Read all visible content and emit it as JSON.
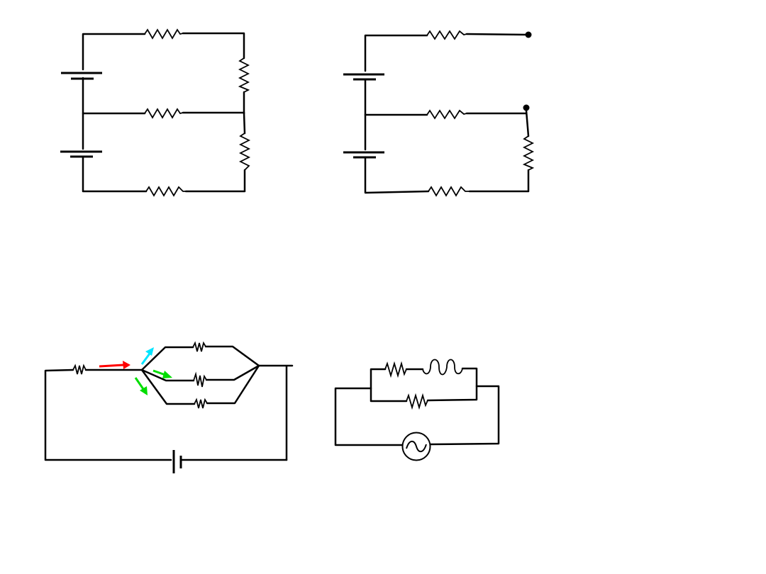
{
  "slide": {
    "background": "#ffffff",
    "line_color": "#000000"
  },
  "diagrams": [
    {
      "id": "circuit-1",
      "components": [
        "battery",
        "battery",
        "resistor",
        "resistor",
        "resistor",
        "resistor",
        "resistor"
      ]
    },
    {
      "id": "circuit-2",
      "components": [
        "battery",
        "battery",
        "resistor",
        "resistor",
        "resistor",
        "resistor",
        "terminal",
        "terminal"
      ]
    },
    {
      "id": "circuit-3",
      "components": [
        "resistor",
        "resistor",
        "resistor",
        "resistor",
        "battery",
        "arrow",
        "arrow",
        "arrow",
        "arrow"
      ]
    },
    {
      "id": "circuit-4",
      "components": [
        "resistor",
        "inductor",
        "resistor",
        "ac-source"
      ]
    }
  ],
  "arrow_colors": {
    "incoming": "#ff0000",
    "branch_top": "#00e5ff",
    "branch_middle": "#00dd00",
    "branch_bottom": "#00dd00"
  }
}
